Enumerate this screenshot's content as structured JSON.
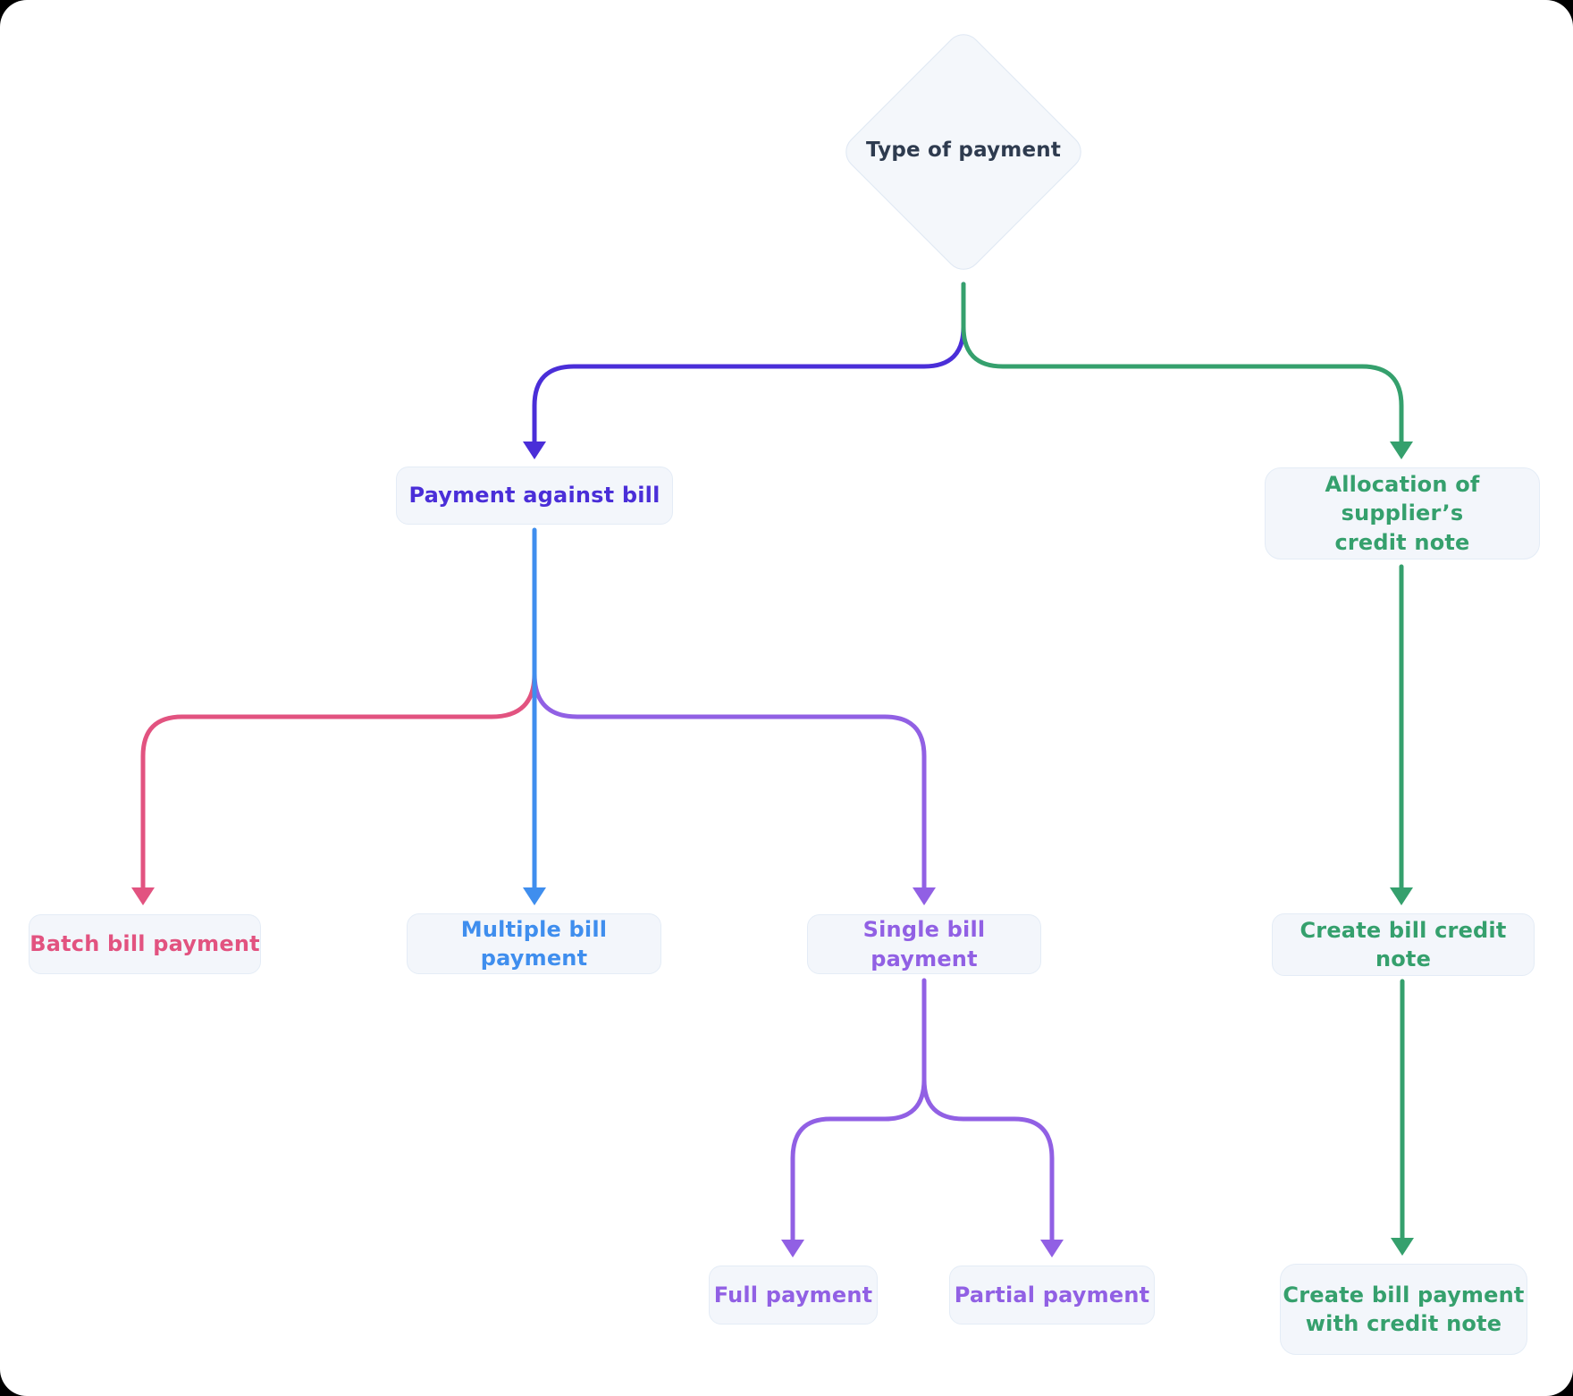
{
  "title": "Type of payment flowchart",
  "colors": {
    "page_background": "#000000",
    "canvas": "#ffffff",
    "navy": "#2e3b4f",
    "indigo": "#4a2ed8",
    "green": "#35a06d",
    "pink": "#e25380",
    "blue": "#3f8eee",
    "purple": "#9160e4",
    "node_fill": "#f3f6fb",
    "node_border": "#e4ecf6",
    "diamond_fill": "#f4f7fb",
    "diamond_border": "#dee7f3"
  },
  "nodes": {
    "type_of_payment": {
      "label": "Type of payment",
      "shape": "diamond"
    },
    "payment_against_bill": {
      "label": "Payment against bill"
    },
    "allocation_credit_note": {
      "line1": "Allocation of supplier’s",
      "line2": "credit note"
    },
    "batch_bill_payment": {
      "label": "Batch bill payment"
    },
    "multiple_bill_payment": {
      "label": "Multiple bill payment"
    },
    "single_bill_payment": {
      "label": "Single bill payment"
    },
    "create_bill_credit_note": {
      "label": "Create bill credit note"
    },
    "full_payment": {
      "label": "Full payment"
    },
    "partial_payment": {
      "label": "Partial payment"
    },
    "create_bill_payment_with_credit_note": {
      "line1": "Create bill payment",
      "line2": "with credit note"
    }
  },
  "edges": [
    {
      "from": "type_of_payment",
      "to": "payment_against_bill",
      "color": "indigo"
    },
    {
      "from": "type_of_payment",
      "to": "allocation_credit_note",
      "color": "green"
    },
    {
      "from": "payment_against_bill",
      "to": "batch_bill_payment",
      "color": "pink"
    },
    {
      "from": "payment_against_bill",
      "to": "multiple_bill_payment",
      "color": "blue"
    },
    {
      "from": "payment_against_bill",
      "to": "single_bill_payment",
      "color": "purple"
    },
    {
      "from": "allocation_credit_note",
      "to": "create_bill_credit_note",
      "color": "green"
    },
    {
      "from": "single_bill_payment",
      "to": "full_payment",
      "color": "purple"
    },
    {
      "from": "single_bill_payment",
      "to": "partial_payment",
      "color": "purple"
    },
    {
      "from": "create_bill_credit_note",
      "to": "create_bill_payment_with_credit_note",
      "color": "green"
    }
  ]
}
